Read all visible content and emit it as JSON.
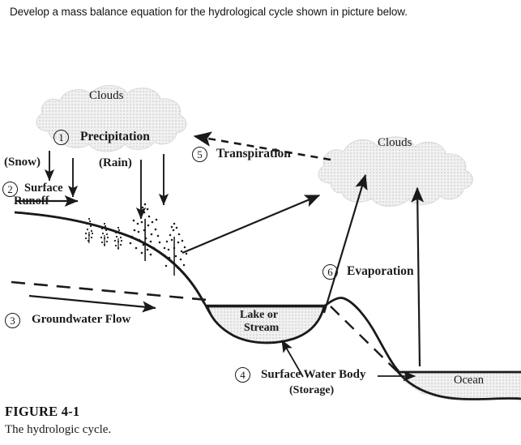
{
  "prompt": {
    "text": "Develop a mass balance equation for the hydrological cycle shown in picture below."
  },
  "figure": {
    "clouds_left_label": "Clouds",
    "clouds_right_label": "Clouds",
    "precipitation_label": "Precipitation",
    "snow_label": "(Snow)",
    "rain_label": "(Rain)",
    "surface_runoff_line1": "Surface",
    "surface_runoff_line2": "Runoff",
    "groundwater_flow_label": "Groundwater Flow",
    "transpiration_label": "Transpiration",
    "evaporation_label": "Evaporation",
    "lake_label_line1": "Lake or",
    "lake_label_line2": "Stream",
    "ocean_label": "Ocean",
    "surface_water_body_label": "Surface Water Body",
    "storage_label": "(Storage)",
    "numbers": {
      "one": "1",
      "two": "2",
      "three": "3",
      "four": "4",
      "five": "5",
      "six": "6"
    },
    "colors": {
      "ink": "#1a1a1a",
      "fill_texture_light": "#ececec",
      "fill_texture_dot": "#c9c9c9",
      "background": "#ffffff"
    }
  },
  "caption": {
    "title": "FIGURE 4-1",
    "subtitle": "The hydrologic cycle."
  }
}
